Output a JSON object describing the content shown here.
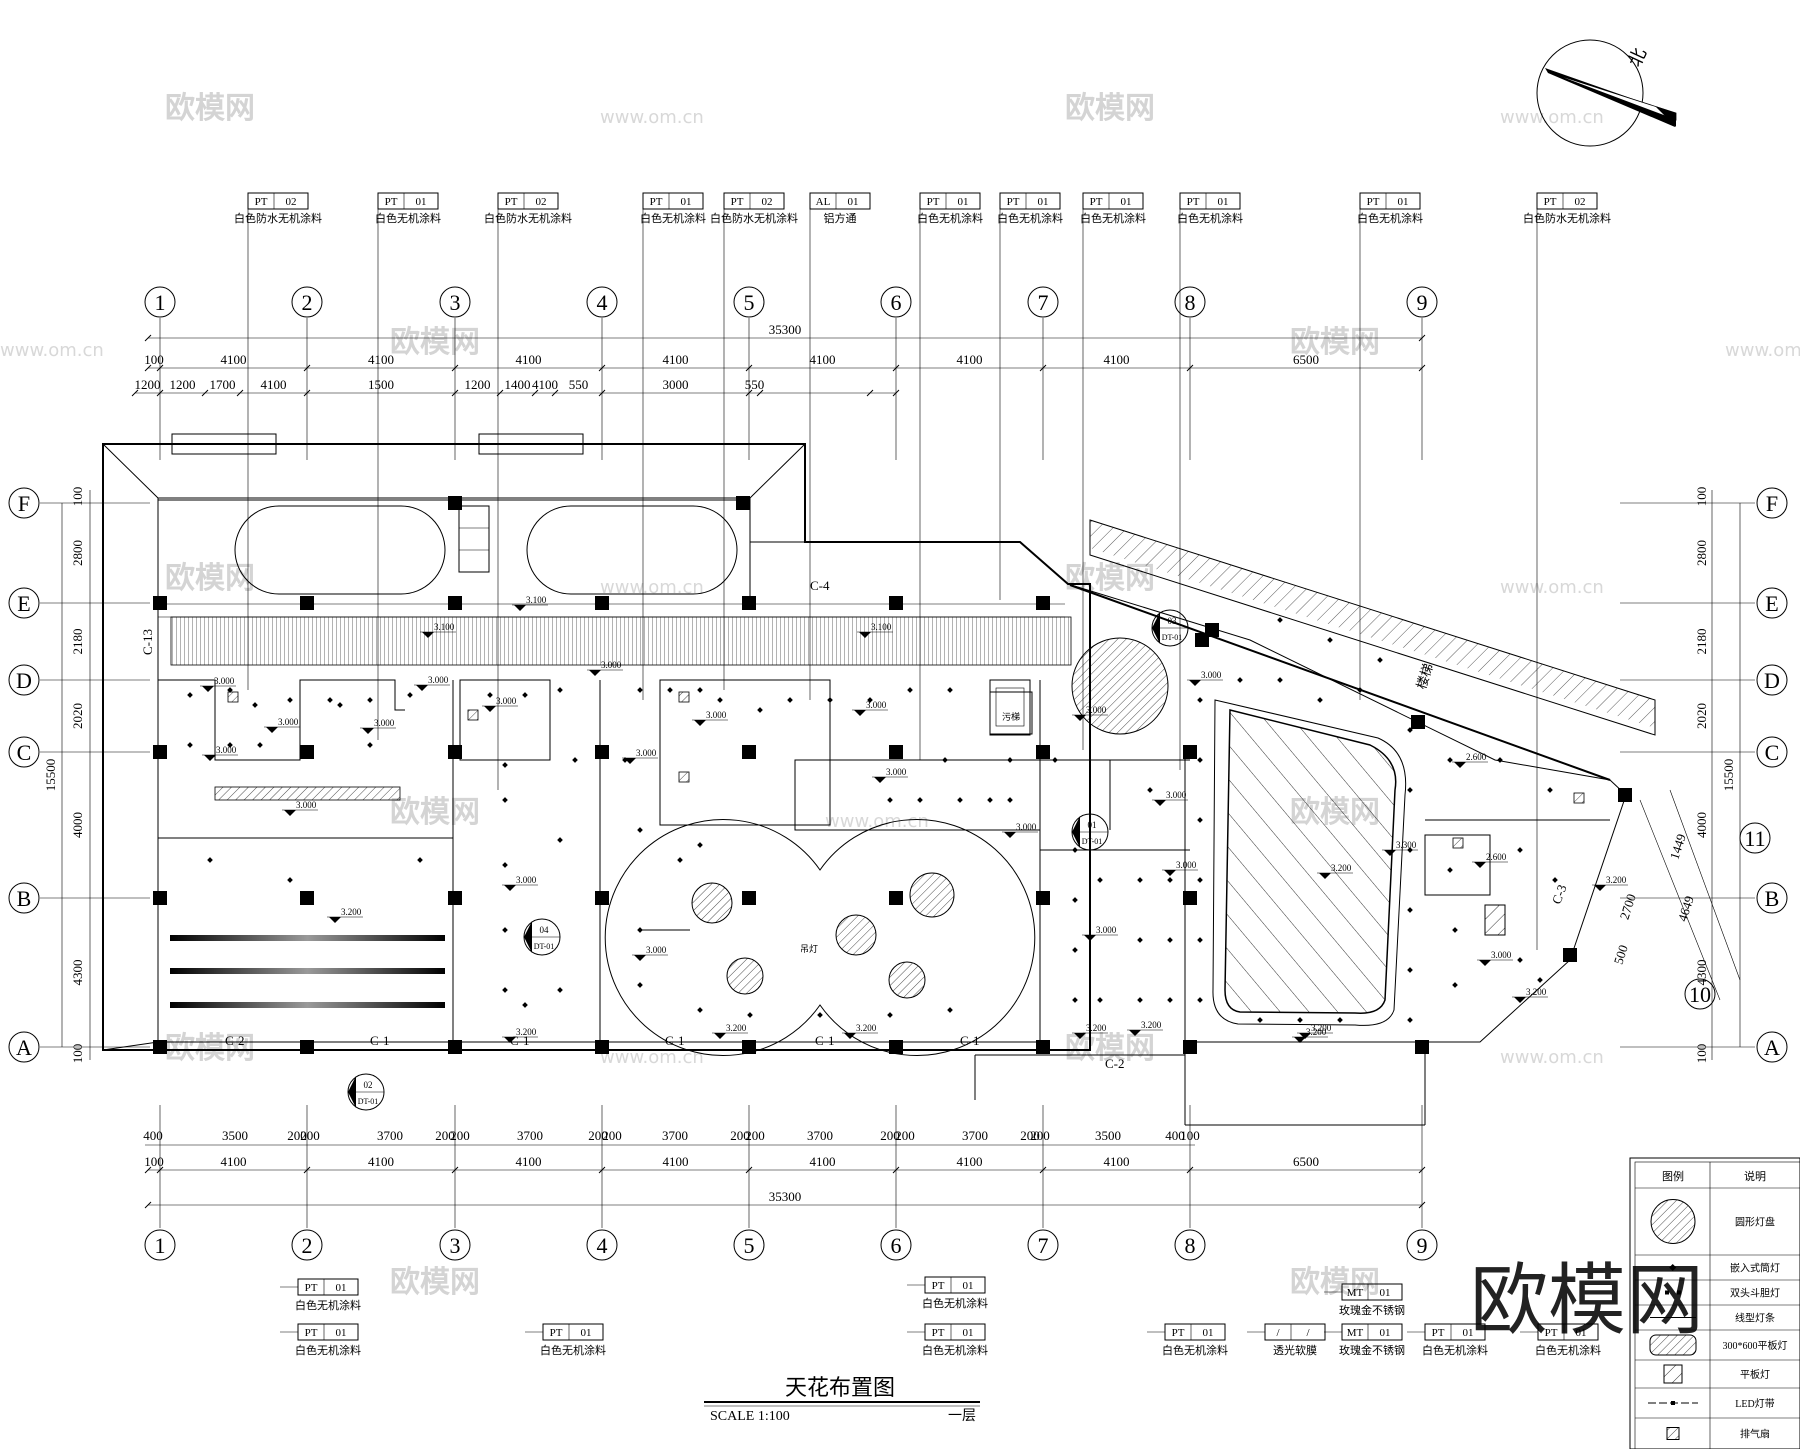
{
  "drawing": {
    "title": "天花布置图",
    "scale": "SCALE 1:100",
    "floor": "一层",
    "north_label": "北",
    "stair_label": "楼梯",
    "elevator_label": "污梯",
    "round_lamp_note": "吊灯"
  },
  "top_tags": [
    {
      "code": "PT",
      "num": "02",
      "desc": "白色防水无机涂料"
    },
    {
      "code": "PT",
      "num": "01",
      "desc": "白色无机涂料"
    },
    {
      "code": "PT",
      "num": "02",
      "desc": "白色防水无机涂料"
    },
    {
      "code": "PT",
      "num": "01",
      "desc": "白色无机涂料"
    },
    {
      "code": "PT",
      "num": "02",
      "desc": "白色防水无机涂料"
    },
    {
      "code": "AL",
      "num": "01",
      "desc": "铝方通"
    },
    {
      "code": "PT",
      "num": "01",
      "desc": "白色无机涂料"
    },
    {
      "code": "PT",
      "num": "01",
      "desc": "白色无机涂料"
    },
    {
      "code": "PT",
      "num": "01",
      "desc": "白色无机涂料"
    },
    {
      "code": "PT",
      "num": "01",
      "desc": "白色无机涂料"
    },
    {
      "code": "PT",
      "num": "01",
      "desc": "白色无机涂料"
    },
    {
      "code": "PT",
      "num": "02",
      "desc": "白色防水无机涂料"
    }
  ],
  "bottom_tags": [
    {
      "code": "PT",
      "num": "01",
      "desc": "白色无机涂料"
    },
    {
      "code": "PT",
      "num": "01",
      "desc": "白色无机涂料"
    },
    {
      "code": "PT",
      "num": "01",
      "desc": "白色无机涂料"
    },
    {
      "code": "PT",
      "num": "01",
      "desc": "白色无机涂料"
    },
    {
      "code": "PT",
      "num": "01",
      "desc": "白色无机涂料"
    },
    {
      "code": "PT",
      "num": "01",
      "desc": "白色无机涂料"
    },
    {
      "code": "/",
      "num": "/",
      "desc": "透光软膜"
    },
    {
      "code": "MT",
      "num": "01",
      "desc": "玫瑰金不锈钢"
    },
    {
      "code": "MT",
      "num": "01",
      "desc": "玫瑰金不锈钢"
    },
    {
      "code": "PT",
      "num": "01",
      "desc": "白色无机涂料"
    },
    {
      "code": "PT",
      "num": "01",
      "desc": "白色无机涂料"
    }
  ],
  "grid_numbers": [
    "1",
    "2",
    "3",
    "4",
    "5",
    "6",
    "7",
    "8",
    "9"
  ],
  "grid_letters": [
    "F",
    "E",
    "D",
    "C",
    "B",
    "A"
  ],
  "extra_axes": [
    "11",
    "10"
  ],
  "dims_top": {
    "overall": "35300",
    "row1": [
      "100",
      "4100",
      "4100",
      "4100",
      "4100",
      "4100",
      "4100",
      "4100",
      "6500"
    ],
    "row2": [
      "1200",
      "1200",
      "1700",
      "4100",
      "1500",
      "1200",
      "1400",
      "4100",
      "550",
      "3000",
      "550"
    ]
  },
  "dims_bottom": {
    "overall": "35300",
    "row1": [
      "400",
      "3500",
      "200",
      "200",
      "3700",
      "200",
      "200",
      "3700",
      "200",
      "200",
      "3700",
      "200",
      "200",
      "3700",
      "200",
      "200",
      "3700",
      "200",
      "200",
      "3500",
      "400",
      "100"
    ],
    "row2": [
      "100",
      "4100",
      "4100",
      "4100",
      "4100",
      "4100",
      "4100",
      "4100",
      "6500"
    ]
  },
  "dims_left": {
    "overall": "15500",
    "items": [
      "100",
      "2800",
      "2180",
      "2020",
      "4000",
      "4300",
      "100"
    ]
  },
  "dims_right": {
    "overall": "15500",
    "items": [
      "100",
      "2800",
      "2180",
      "2020",
      "4000",
      "4300",
      "100"
    ],
    "angled": [
      "1449",
      "2700",
      "500",
      "4649"
    ]
  },
  "ceiling_heights": [
    "3.000",
    "3.100",
    "3.200",
    "2.600",
    "3.300"
  ],
  "elevations": [
    "C-13",
    "C-4",
    "C-2",
    "C-1",
    "C-3",
    "C-2"
  ],
  "section_marks": [
    {
      "num": "01",
      "ref": "DT-01"
    },
    {
      "num": "02",
      "ref": "DT-01"
    },
    {
      "num": "04",
      "ref": "DT-01"
    },
    {
      "num": "03",
      "ref": "DT-01"
    }
  ],
  "legend": {
    "header": [
      "图例",
      "说明"
    ],
    "items": [
      {
        "icon": "round-panel-icon",
        "desc": "圆形灯盘"
      },
      {
        "icon": "recessed-downlight-icon",
        "desc": "嵌入式筒灯"
      },
      {
        "icon": "double-grille-light-icon",
        "desc": "双头斗胆灯"
      },
      {
        "icon": "linear-light-icon",
        "desc": "线型灯条"
      },
      {
        "icon": "panel-300x600-icon",
        "desc": "300*600平板灯"
      },
      {
        "icon": "flat-panel-icon",
        "desc": "平板灯"
      },
      {
        "icon": "led-strip-icon",
        "desc": "LED灯带"
      },
      {
        "icon": "exhaust-fan-icon",
        "desc": "排气扇"
      }
    ]
  },
  "watermark": {
    "brand": "欧模网",
    "url": "www.om.cn"
  }
}
